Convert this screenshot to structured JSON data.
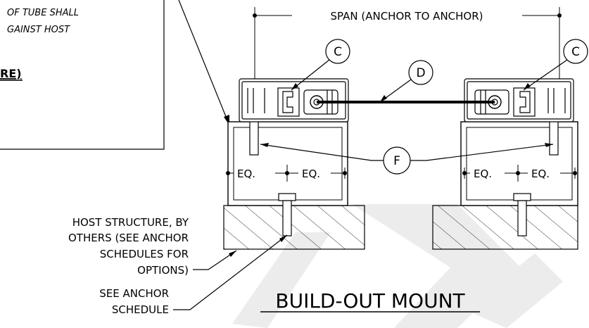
{
  "note": {
    "line1": "OF TUBE SHALL",
    "line2": "GAINST HOST",
    "heading": "RE)"
  },
  "span_label": "SPAN (ANCHOR TO ANCHOR)",
  "callouts": {
    "c_left": "C",
    "c_right": "C",
    "d": "D",
    "f": "F"
  },
  "eq_label": "EQ.",
  "host_structure": {
    "line1": "HOST STRUCTURE, BY",
    "line2": "OTHERS (SEE ANCHOR",
    "line3": "SCHEDULES FOR",
    "line4": "OPTIONS)"
  },
  "anchor_schedule": {
    "line1": "SEE ANCHOR",
    "line2": "SCHEDULE"
  },
  "title": "BUILD-OUT MOUNT",
  "colors": {
    "line": "#000000",
    "watermark": "#e6e6e6"
  }
}
